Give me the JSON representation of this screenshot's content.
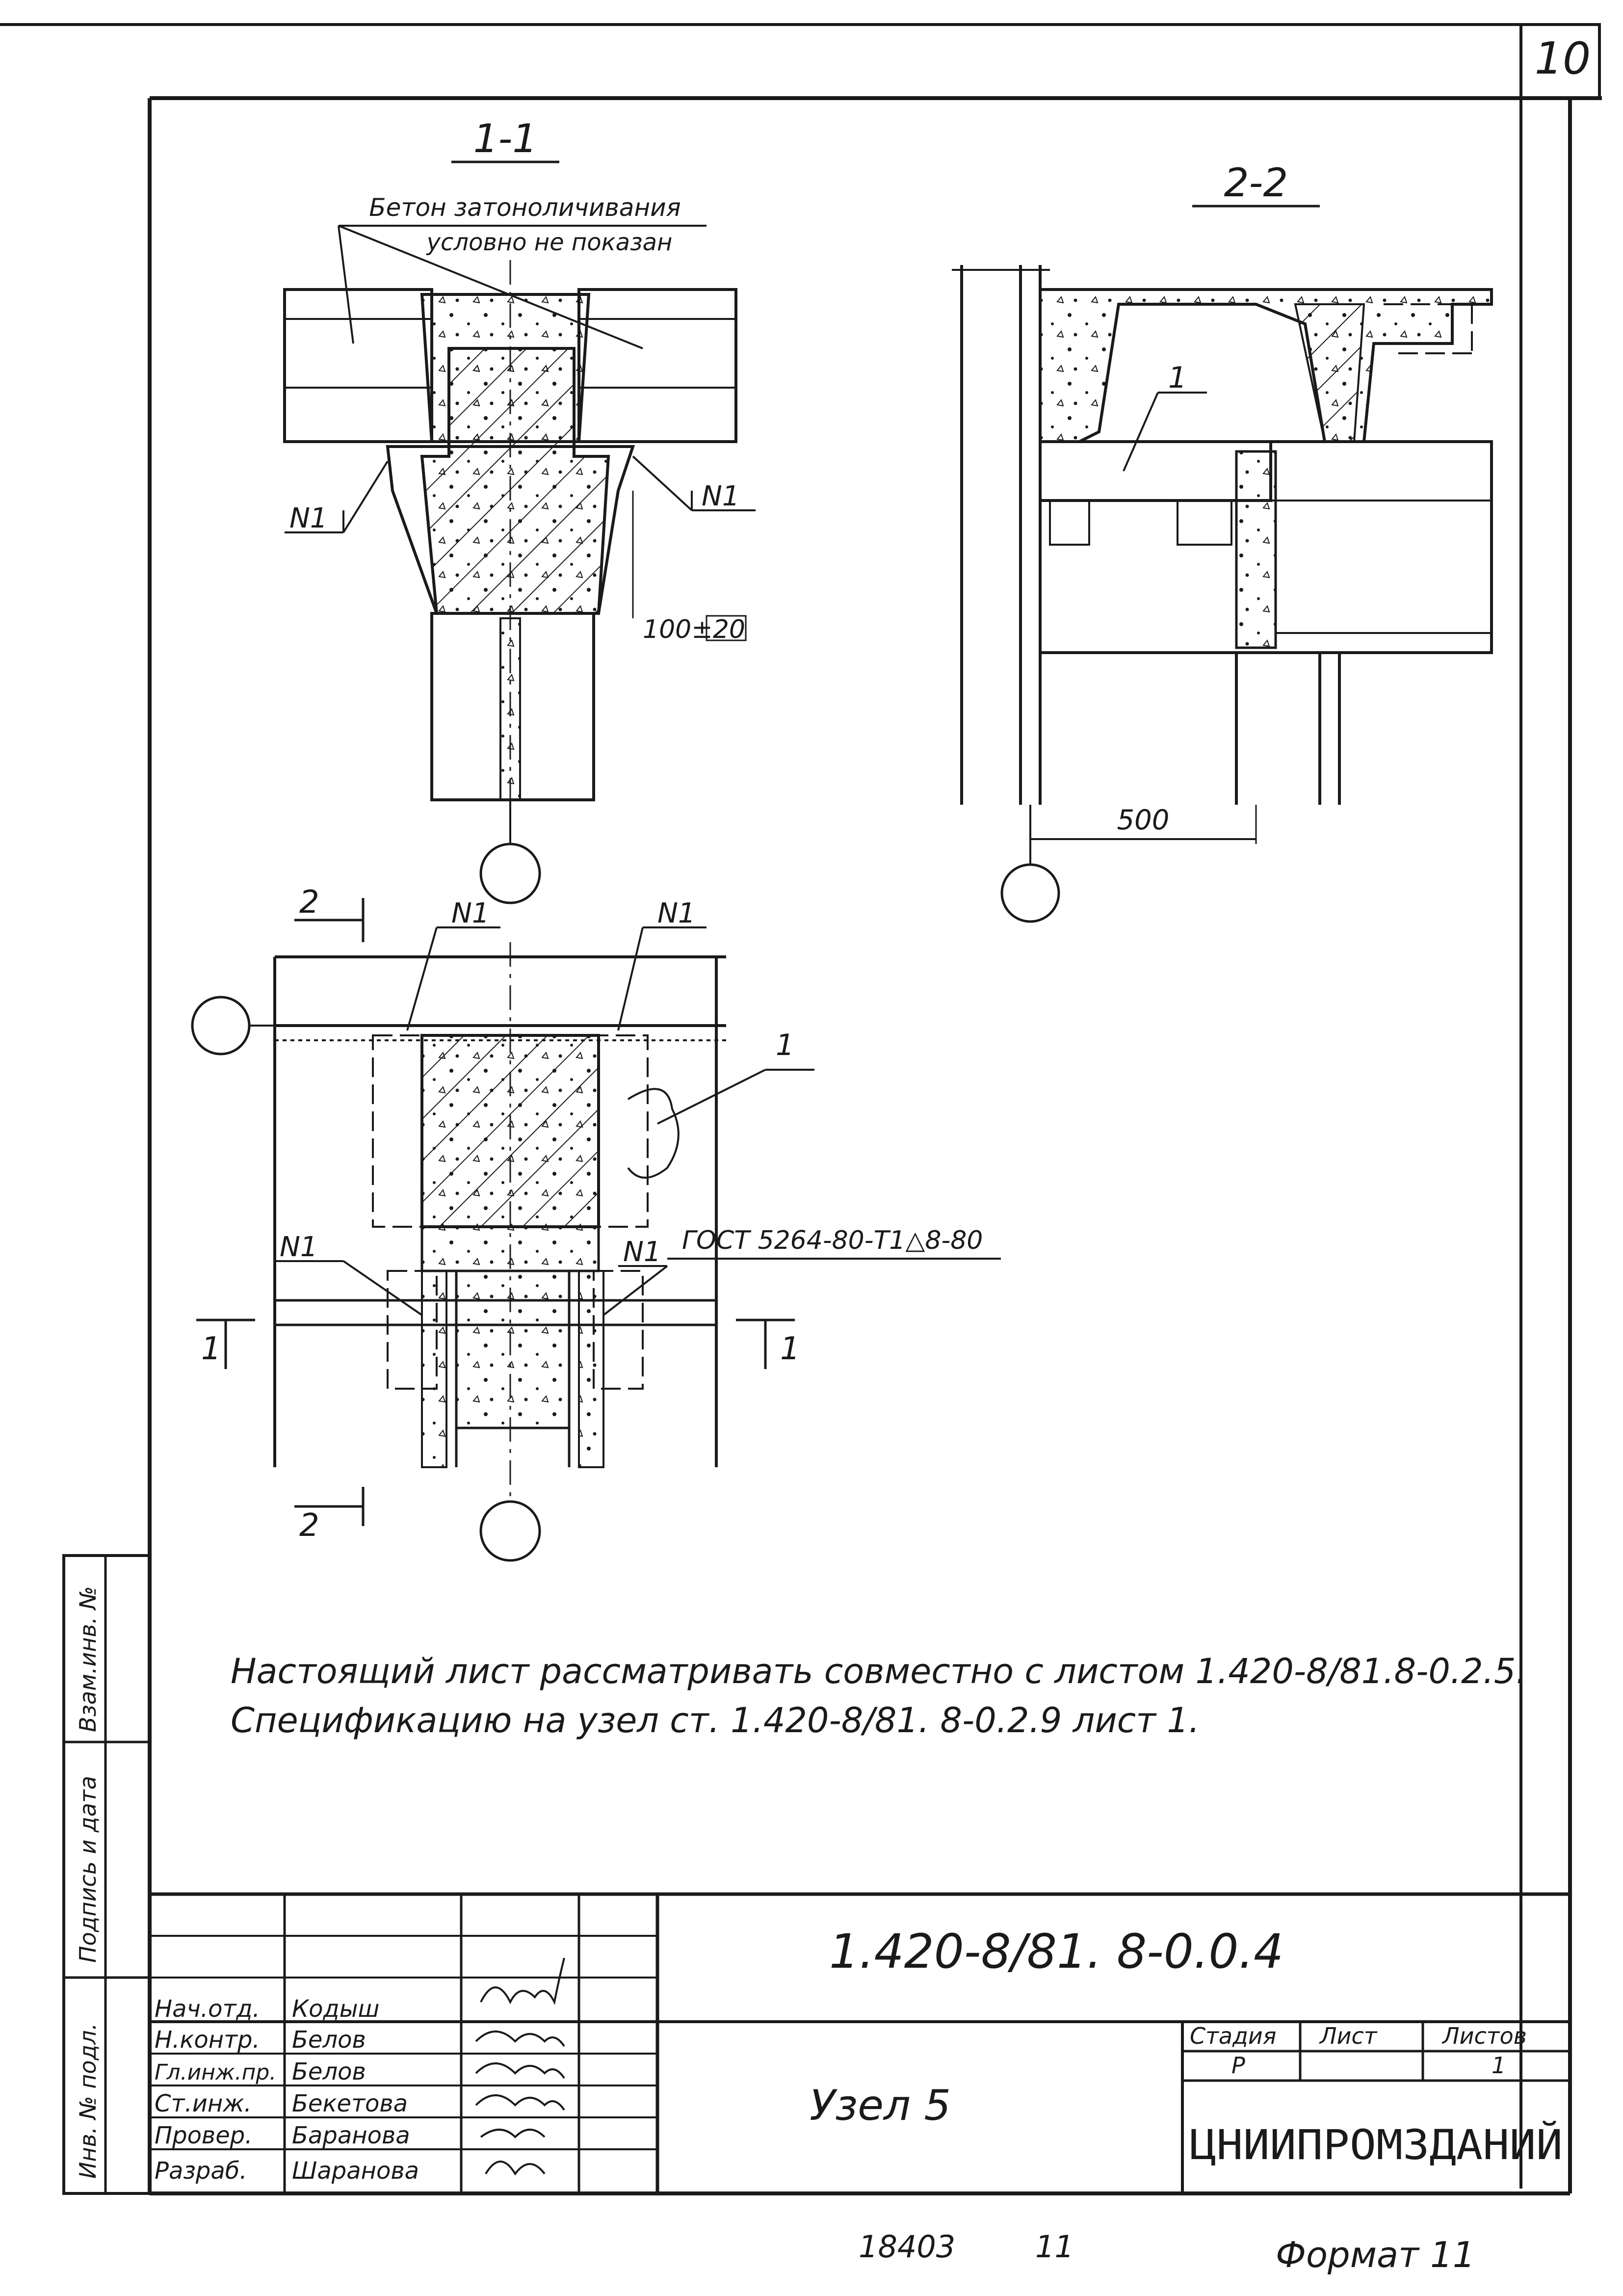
{
  "page_number": "10",
  "section_1_1": {
    "title": "1-1",
    "note_line1": "Бетон затоноличивания",
    "note_line2": "условно не показан",
    "weld_left": "N1",
    "weld_right": "N1",
    "dim": "100±20"
  },
  "section_2_2": {
    "title": "2-2",
    "callout": "1",
    "dim": "500"
  },
  "plan": {
    "cut_top": "2",
    "cut_bottom": "2",
    "cut_left": "1",
    "cut_right": "1",
    "weld_top_left": "N1",
    "weld_top_right": "N1",
    "weld_mid_left": "N1",
    "weld_mid_right": "N1",
    "callout": "1",
    "weld_spec": "ГОСТ 5264-80-Т1△8-80"
  },
  "notes": {
    "line1": "Настоящий лист рассматривать совместно с листом 1.420-8/81.8-0.2.5.",
    "line2": "Спецификацию на узел ст. 1.420-8/81. 8-0.2.9 лист 1."
  },
  "side_stamps": {
    "vzam": "Взам.инв. №",
    "podpis": "Подпись и дата",
    "inv": "Инв. № подл."
  },
  "title_block": {
    "doc_code": "1.420-8/81. 8-0.0.4",
    "title": "Узел 5",
    "stage_header": "Стадия",
    "sheet_header": "Лист",
    "sheets_header": "Листов",
    "stage": "Р",
    "sheet": "",
    "sheets": "1",
    "org": "ЦНИИПРОМЗДАНИЙ",
    "staff": [
      {
        "role": "Нач.отд.",
        "name": "Кодыш"
      },
      {
        "role": "Н.контр.",
        "name": "Белов"
      },
      {
        "role": "Гл.инж.пр.",
        "name": "Белов"
      },
      {
        "role": "Ст.инж.",
        "name": "Бекетова"
      },
      {
        "role": "Провер.",
        "name": "Баранова"
      },
      {
        "role": "Разраб.",
        "name": "Шаранова"
      }
    ]
  },
  "footer": {
    "number": "18403",
    "sheet": "11",
    "format": "Формат 11"
  },
  "colors": {
    "ink": "#1a1a1a",
    "paper": "#ffffff"
  }
}
